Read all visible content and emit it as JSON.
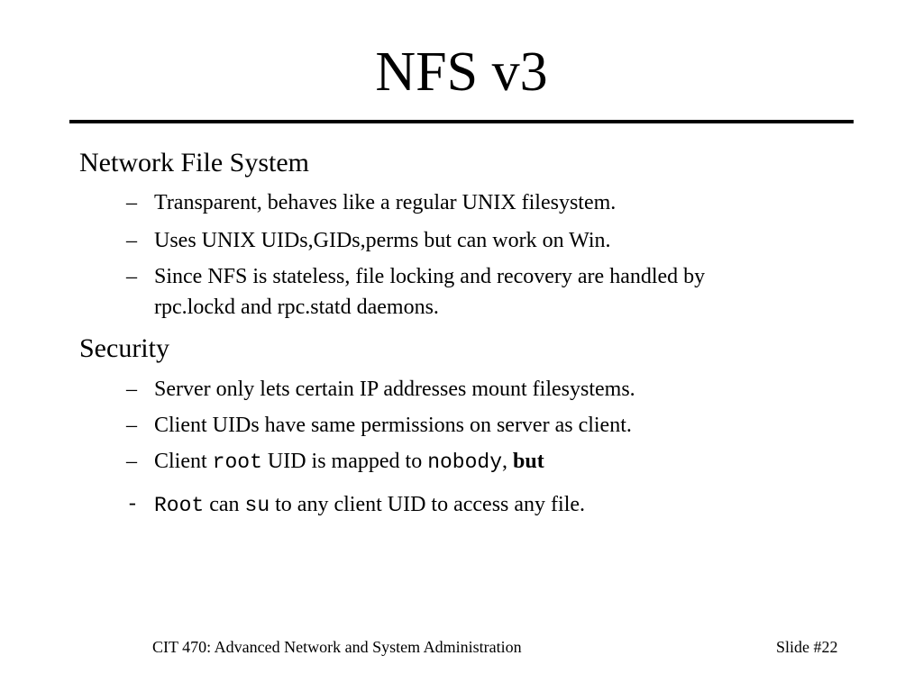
{
  "slide": {
    "title": "NFS v3"
  },
  "sections": [
    {
      "heading": "Network File System",
      "bullets": [
        {
          "dash": "–",
          "text": "Transparent, behaves like a regular UNIX filesystem."
        },
        {
          "dash": "–",
          "text": "Uses UNIX UIDs,GIDs,perms but can work on Win."
        },
        {
          "dash": "–",
          "line1": "Since NFS is stateless, file locking and recovery are handled by",
          "line2": "rpc.lockd and rpc.statd daemons."
        }
      ]
    },
    {
      "heading": "Security",
      "bullets": [
        {
          "dash": "–",
          "text": "Server only lets certain IP addresses mount filesystems."
        },
        {
          "dash": "–",
          "text": "Client UIDs have same permissions on server as client."
        },
        {
          "dash": "–",
          "p1": "Client ",
          "code1": "root",
          "p2": " UID is mapped to ",
          "code2": "nobody",
          "p3": ", ",
          "bold": "but"
        },
        {
          "dash": "-",
          "code1": "Root",
          "p1": " can ",
          "code2": "su",
          "p2": " to any client UID to access any file."
        }
      ]
    }
  ],
  "footer": {
    "course": "CIT 470: Advanced Network and System Administration",
    "slide_number": "Slide #22"
  }
}
